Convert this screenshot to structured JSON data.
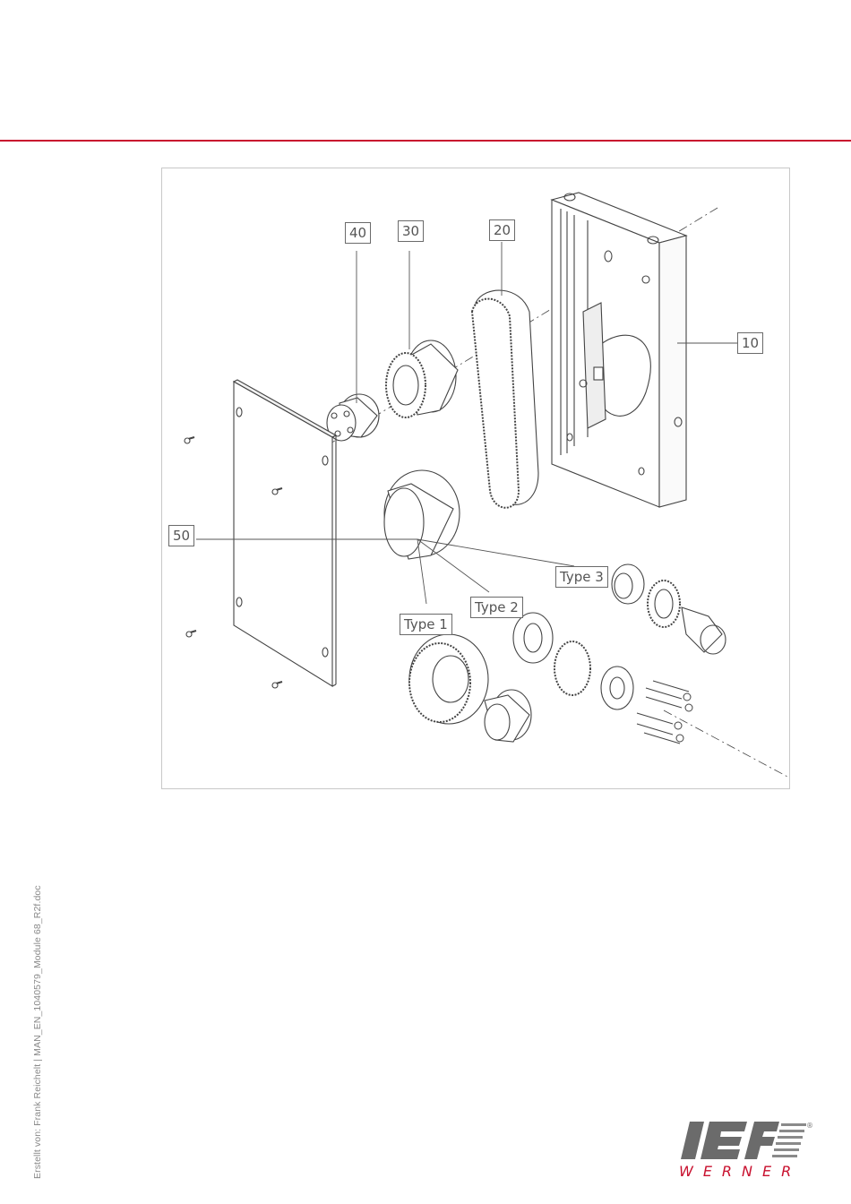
{
  "figure": {
    "callouts": {
      "c10": "10",
      "c20": "20",
      "c30": "30",
      "c40": "40",
      "c50": "50",
      "type1": "Type 1",
      "type2": "Type 2",
      "type3": "Type 3"
    }
  },
  "footer": {
    "side_note": "Erstellt von: Frank Reichelt  |  MAN_EN_1040579_Module 68_R2f.doc",
    "logo_word": "WERNER",
    "logo_mark": "IEF",
    "registered": "®"
  },
  "colors": {
    "accent": "#c8102e",
    "line": "#555555"
  }
}
